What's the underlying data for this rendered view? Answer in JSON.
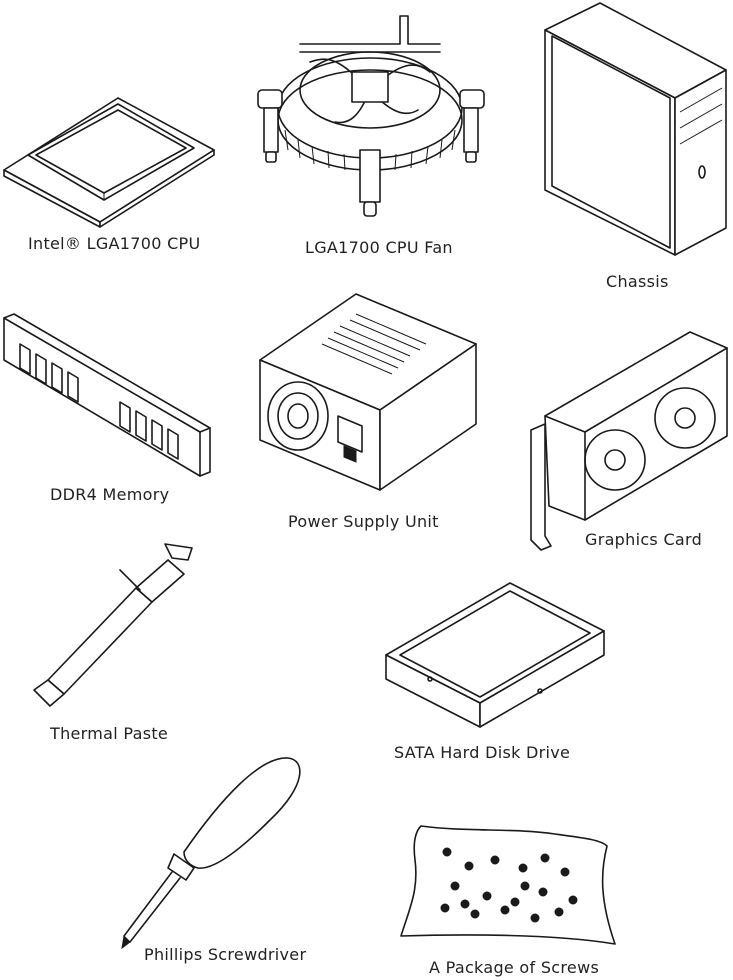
{
  "items": [
    {
      "id": "cpu",
      "label": "Intel® LGA1700 CPU"
    },
    {
      "id": "cpu-fan",
      "label": "LGA1700 CPU Fan"
    },
    {
      "id": "chassis",
      "label": "Chassis"
    },
    {
      "id": "memory",
      "label": "DDR4 Memory"
    },
    {
      "id": "psu",
      "label": "Power Supply Unit"
    },
    {
      "id": "gpu",
      "label": "Graphics Card"
    },
    {
      "id": "thermal-paste",
      "label": "Thermal Paste"
    },
    {
      "id": "hdd",
      "label": "SATA Hard Disk Drive"
    },
    {
      "id": "screwdriver",
      "label": "Phillips Screwdriver"
    },
    {
      "id": "screws",
      "label": "A Package of Screws"
    }
  ]
}
